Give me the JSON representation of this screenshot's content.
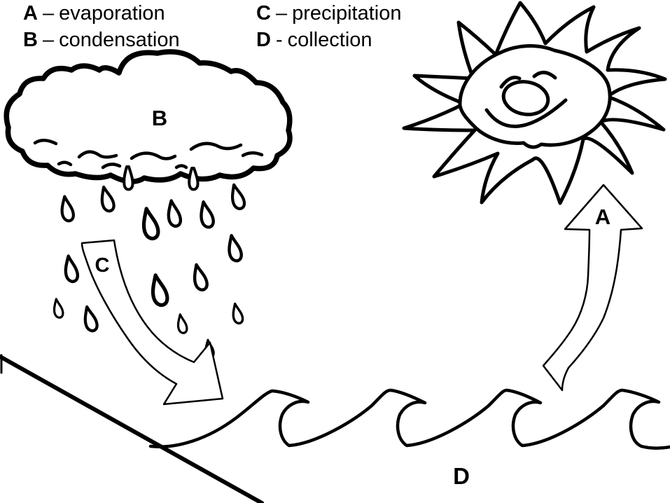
{
  "legend": {
    "items": [
      {
        "letter": "A",
        "separator": "–",
        "term": "evaporation"
      },
      {
        "letter": "B",
        "separator": "–",
        "term": "condensation"
      },
      {
        "letter": "C",
        "separator": "–",
        "term": "precipitation"
      },
      {
        "letter": "D",
        "separator": "-",
        "term": "collection"
      }
    ]
  },
  "figure_labels": {
    "condensation_cloud": "B",
    "precipitation_arrow": "C",
    "evaporation_arrow": "A",
    "collection_water": "D"
  },
  "colors": {
    "ink": "#000000",
    "background": "#ffffff"
  }
}
